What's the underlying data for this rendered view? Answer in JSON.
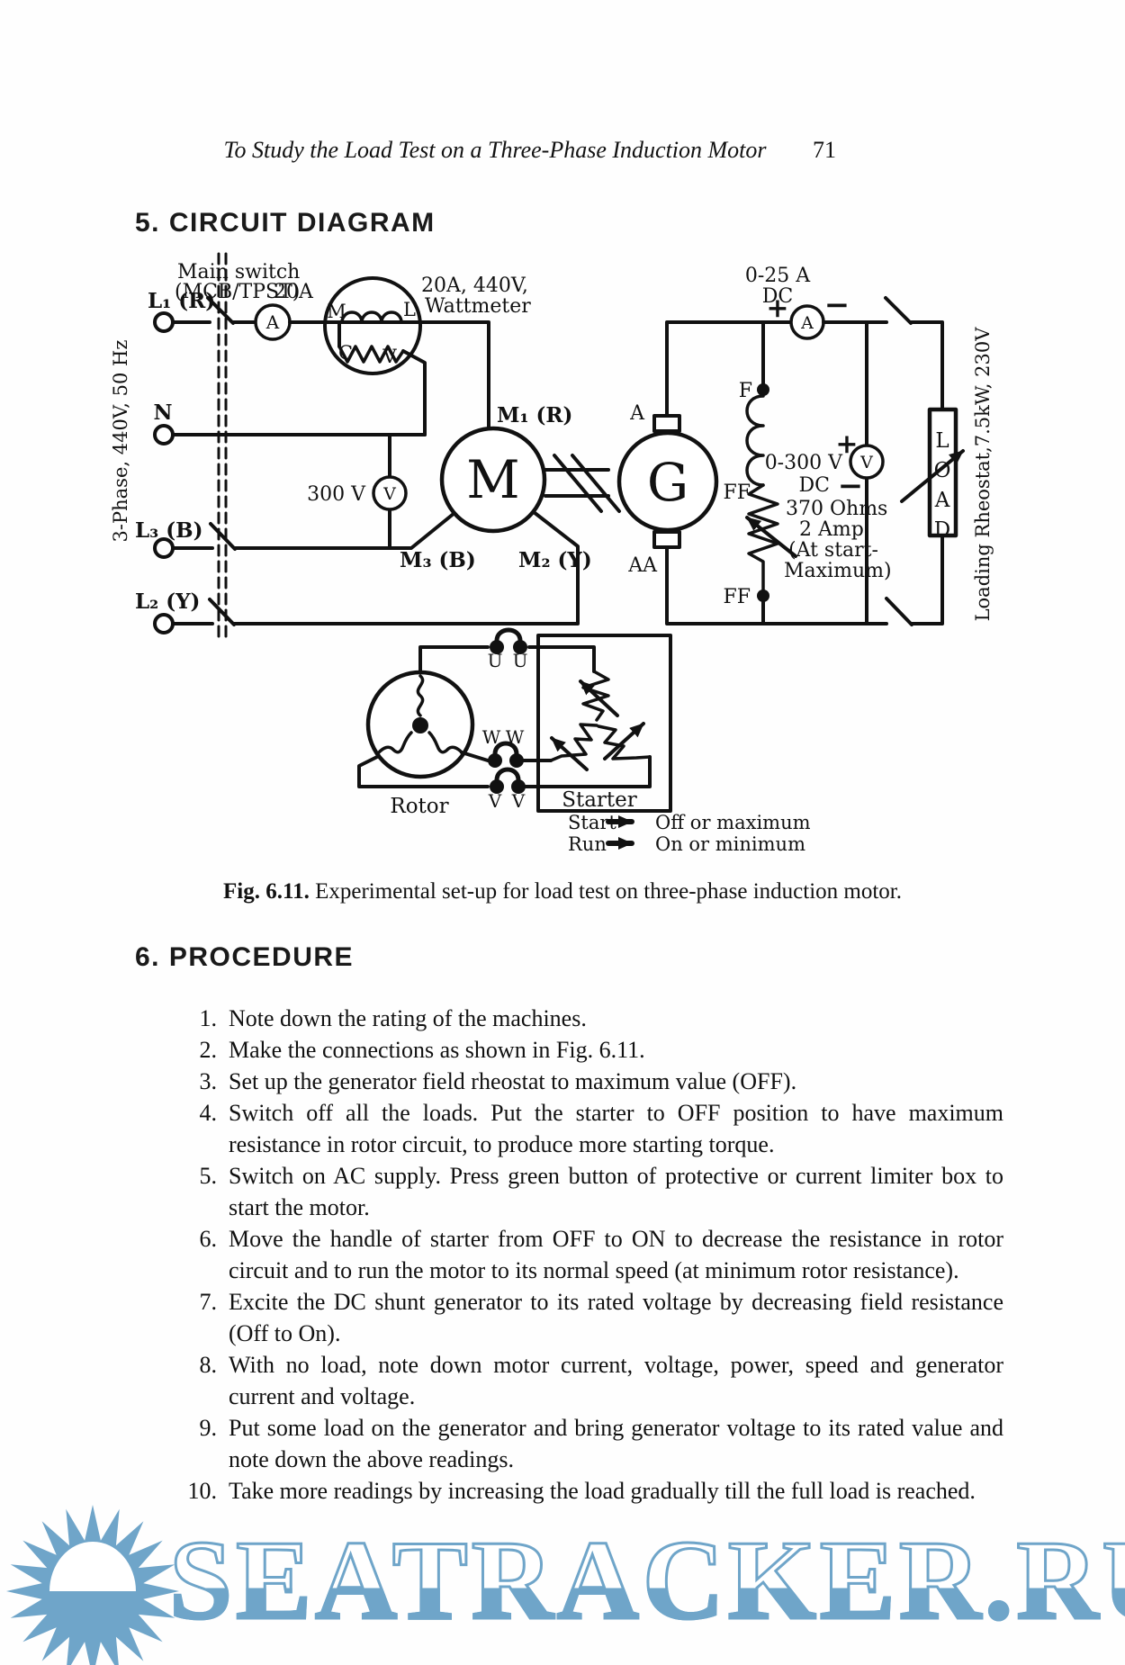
{
  "page": {
    "header_title": "To Study the Load Test on a Three-Phase Induction Motor",
    "page_number": "71"
  },
  "sections": {
    "circuit_heading": "5. CIRCUIT DIAGRAM",
    "procedure_heading": "6. PROCEDURE"
  },
  "figure": {
    "caption_label": "Fig. 6.11.",
    "caption_text": " Experimental set-up for load test on three-phase induction motor."
  },
  "diagram": {
    "supply_vertical": "3-Phase,  440V,  50 Hz",
    "main_switch_line1": "Main switch",
    "main_switch_line2": "(MCB/TPST)",
    "phase_l1": "L₁ (R)",
    "neutral": "N",
    "phase_l3": "L₃ (B)",
    "phase_l2": "L₂ (Y)",
    "ac_ammeter_rating": "20A",
    "ammeter_letter": "A",
    "wattmeter_rating_line1": "20A, 440V,",
    "wattmeter_rating_line2": "Wattmeter",
    "wattmeter_m": "M",
    "wattmeter_l": "L",
    "wattmeter_c": "C",
    "wattmeter_v": "V",
    "voltmeter_ac_rating": "300 V",
    "voltmeter_letter": "V",
    "motor_terminal_m1": "M₁ (R)",
    "motor_terminal_m3": "M₃ (B)",
    "motor_terminal_m2": "M₂ (Y)",
    "motor_letter": "M",
    "generator_letter": "G",
    "gen_terminal_a": "A",
    "gen_terminal_aa": "AA",
    "dc_ammeter_line1": "0-25 A",
    "dc_ammeter_line2": "DC",
    "plus_sign": "+",
    "minus_sign": "−",
    "field_f": "F",
    "field_ff": "FF",
    "rheostat_line1": "370 Ohms",
    "rheostat_line2": "2 Amp",
    "rheostat_line3": "(At start-",
    "rheostat_line4": "Maximum)",
    "dc_voltmeter_line1": "0-300 V",
    "dc_voltmeter_line2": "DC",
    "load_letters": [
      "L",
      "O",
      "A",
      "D"
    ],
    "loading_rheostat_vertical": "Loading Rheostat,7.5kW, 230V",
    "rotor_u": "U",
    "rotor_w": "W",
    "rotor_v": "V",
    "rotor_label": "Rotor",
    "starter_label": "Starter",
    "legend_start": "Start",
    "legend_start_value": "Off or maximum",
    "legend_run": "Run",
    "legend_run_value": "On or minimum"
  },
  "procedure": {
    "steps": [
      {
        "num": "1.",
        "text": "Note down the rating of the machines."
      },
      {
        "num": "2.",
        "text": "Make the connections as shown in Fig. 6.11."
      },
      {
        "num": "3.",
        "text": "Set up the generator field rheostat to maximum value (OFF)."
      },
      {
        "num": "4.",
        "text": "Switch off all the loads. Put the starter to OFF position to have maximum resistance in rotor circuit, to produce more starting torque."
      },
      {
        "num": "5.",
        "text": "Switch on AC supply. Press green button of protective or current limiter box to start the motor."
      },
      {
        "num": "6.",
        "text": "Move the handle of starter from OFF to ON to decrease the resistance in rotor circuit and to run the motor to its normal speed (at minimum rotor resistance)."
      },
      {
        "num": "7.",
        "text": "Excite the DC shunt generator to its rated voltage by decreasing field resistance (Off to On)."
      },
      {
        "num": "8.",
        "text": "With no load, note down motor current, voltage, power, speed and generator current and voltage."
      },
      {
        "num": "9.",
        "text": "Put some load on the generator and bring generator voltage to its rated value and note down the above readings."
      },
      {
        "num": "10.",
        "text": "Take more readings by increasing the load gradually till the full load is reached."
      }
    ]
  },
  "watermark": {
    "text": "SEATRACKER.RU",
    "color": "#6FA5C9"
  }
}
